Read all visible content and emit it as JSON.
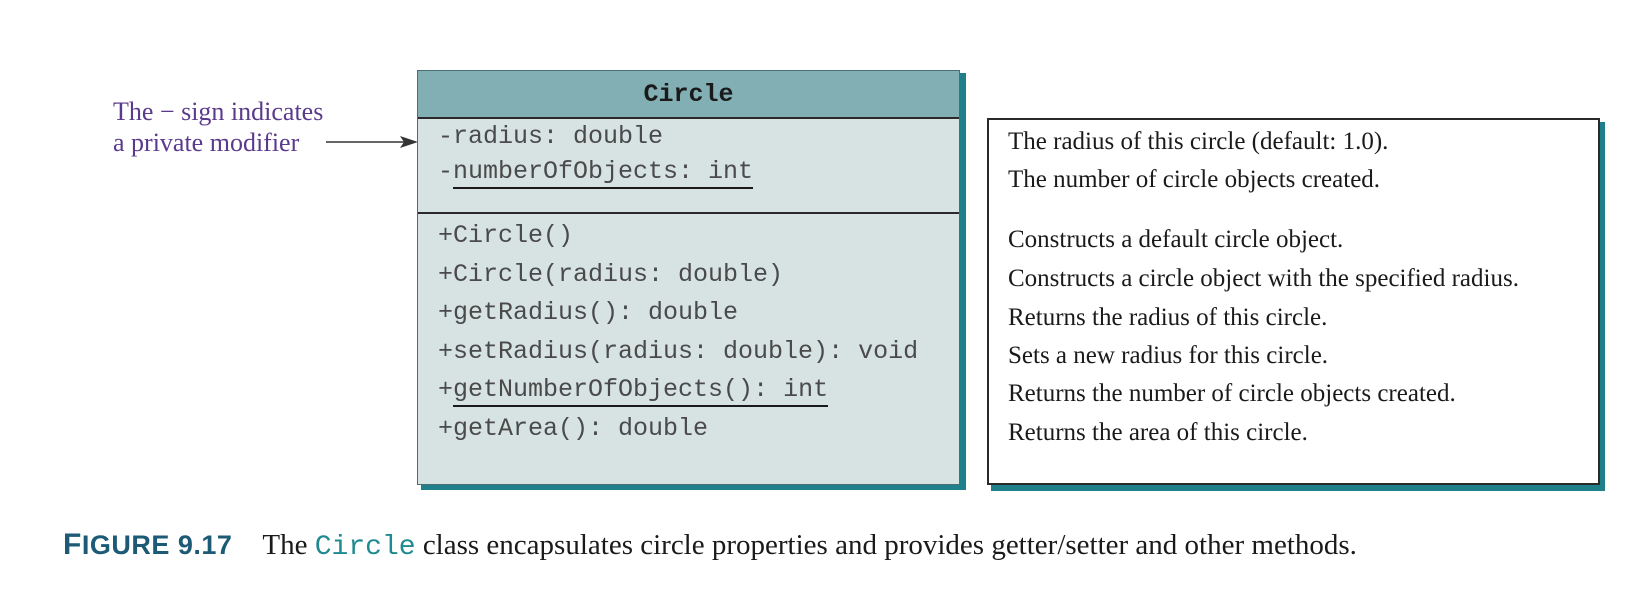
{
  "annotation": {
    "line1": "The − sign indicates",
    "line2": "a private modifier"
  },
  "uml": {
    "class_name": "Circle",
    "fields": [
      {
        "text": "-radius: double",
        "static": false
      },
      {
        "prefix": "-",
        "text": "numberOfObjects: int",
        "static": true
      }
    ],
    "methods": [
      {
        "text": "+Circle()",
        "static": false
      },
      {
        "text": "+Circle(radius: double)",
        "static": false
      },
      {
        "text": "+getRadius(): double",
        "static": false
      },
      {
        "text": "+setRadius(radius: double): void",
        "static": false
      },
      {
        "prefix": "+",
        "text": "getNumberOfObjects(): int",
        "static": true
      },
      {
        "text": "+getArea(): double",
        "static": false
      }
    ]
  },
  "descriptions": [
    "The radius of this circle (default: 1.0).",
    "The number of circle objects created.",
    "Constructs a default circle object.",
    "Constructs a circle object with the specified radius.",
    "Returns the radius of this circle.",
    "Sets a new radius for this circle.",
    "Returns the number of circle objects created.",
    "Returns the area of this circle."
  ],
  "caption": {
    "label_first": "F",
    "label_rest": "IGURE 9.17",
    "text_before": "The ",
    "code": "Circle",
    "text_after": " class encapsulates circle properties and provides getter/setter and other methods."
  },
  "colors": {
    "annotation": "#5b3a8c",
    "header_fill": "#82afb3",
    "body_fill": "#d7e3e3",
    "shadow": "#1f7f8a",
    "caption_label": "#1d5a75",
    "caption_code": "#1f8a8f"
  }
}
